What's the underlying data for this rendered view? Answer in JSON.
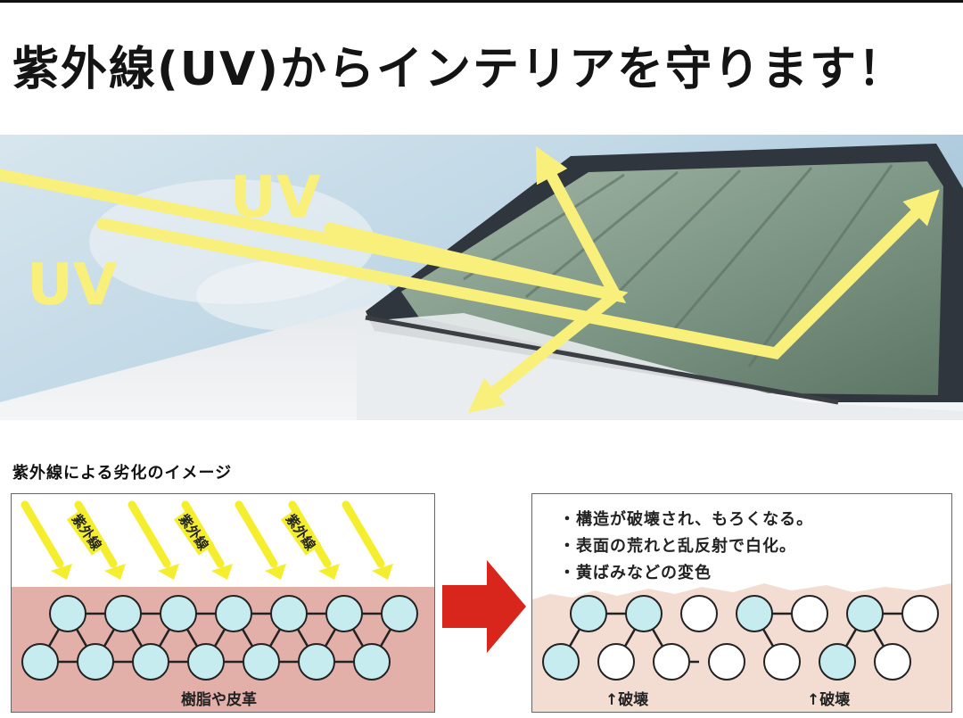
{
  "headline": "紫外線(UV)からインテリアを守ります！",
  "photo": {
    "uv_label_1": "UV",
    "uv_label_2": "UV",
    "colors": {
      "uv": "#f8f07a",
      "sky": "#b9d3e3",
      "windshield": "#7d9685"
    }
  },
  "diagram": {
    "title": "紫外線による劣化のイメージ",
    "left_panel": {
      "ray_labels": [
        "紫外線",
        "紫外線",
        "紫外線"
      ],
      "material_label": "樹脂や皮革"
    },
    "right_panel": {
      "bullets": [
        "構造が破壊され、もろくなる。",
        "表面の荒れと乱反射で白化。",
        "黄ばみなどの変色"
      ],
      "break_labels": [
        "↑破壊",
        "↑破壊"
      ]
    },
    "colors": {
      "material": "#e3afa9",
      "material_damaged": "#f3ddd3",
      "molecule": "#c6ecf0",
      "ray": "#f4ee2e",
      "arrow": "#d9261c"
    }
  }
}
